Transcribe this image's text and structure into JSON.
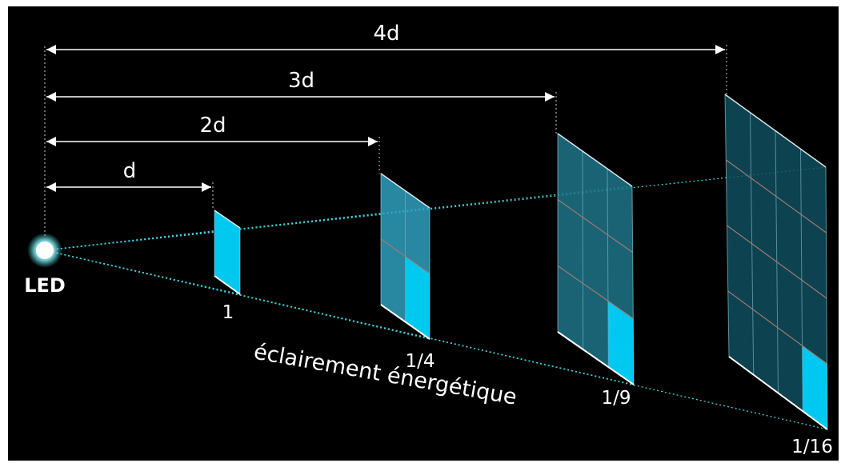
{
  "source": {
    "label": "LED"
  },
  "distances": [
    "d",
    "2d",
    "3d",
    "4d"
  ],
  "irradiance_values": [
    "1",
    "1/4",
    "1/9",
    "1/16"
  ],
  "caption": "éclairement énergétique",
  "grid_divisions": [
    1,
    2,
    3,
    4
  ],
  "colors": {
    "background": "#000000",
    "text": "#ffffff",
    "highlight_cell": "#00c8f0",
    "panel_fill": "#1f6f84",
    "ray": "#3fd0d8",
    "grid_line": "#a07a70"
  }
}
